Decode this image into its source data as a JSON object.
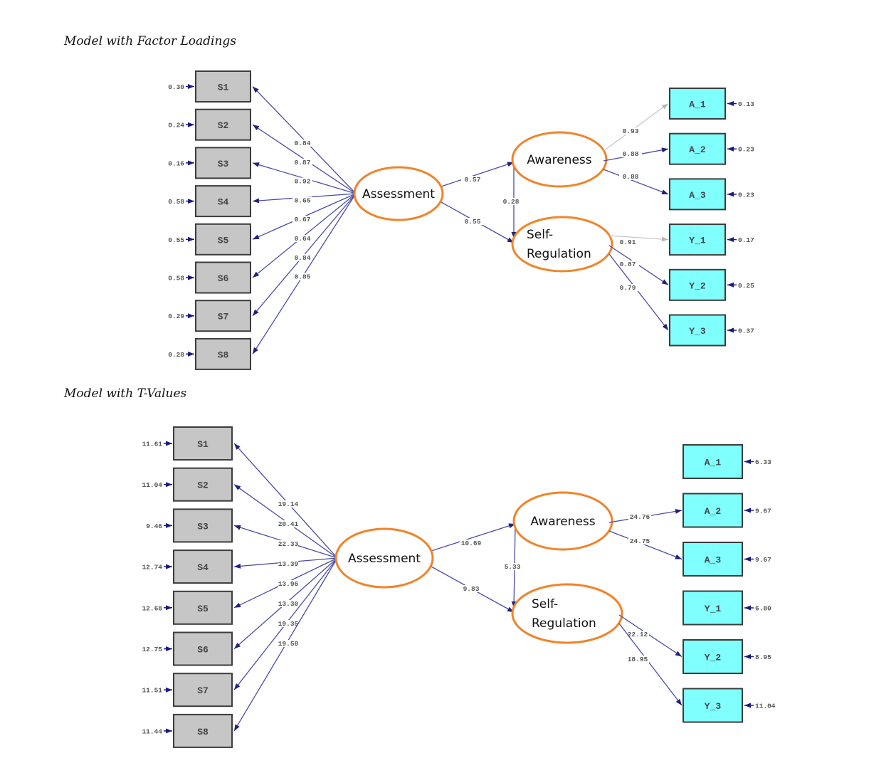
{
  "top": {
    "title": "Model with Factor Loadings",
    "exogenous": "Assessment",
    "endogenous": [
      "Awareness",
      "Self-",
      "Regulation"
    ],
    "items": [
      {
        "label": "S1",
        "error": "0.30",
        "loading": "0.84"
      },
      {
        "label": "S2",
        "error": "0.24",
        "loading": "0.87"
      },
      {
        "label": "S3",
        "error": "0.16",
        "loading": "0.92"
      },
      {
        "label": "S4",
        "error": "0.58",
        "loading": "0.65"
      },
      {
        "label": "S5",
        "error": "0.55",
        "loading": "0.67"
      },
      {
        "label": "S6",
        "error": "0.58",
        "loading": "0.64"
      },
      {
        "label": "S7",
        "error": "0.29",
        "loading": "0.84"
      },
      {
        "label": "S8",
        "error": "0.28",
        "loading": "0.85"
      }
    ],
    "paths": {
      "assess_aware": "0.57",
      "assess_self": "0.55",
      "aware_self": "0.28"
    },
    "awareness_items": [
      {
        "label": "A_1",
        "error": "0.13",
        "loading": "0.93",
        "fixed": true
      },
      {
        "label": "A_2",
        "error": "0.23",
        "loading": "0.88",
        "fixed": false
      },
      {
        "label": "A_3",
        "error": "0.23",
        "loading": "0.88",
        "fixed": false
      }
    ],
    "selfreg_items": [
      {
        "label": "Y_1",
        "error": "0.17",
        "loading": "0.91",
        "fixed": true
      },
      {
        "label": "Y_2",
        "error": "0.25",
        "loading": "0.87",
        "fixed": false
      },
      {
        "label": "Y_3",
        "error": "0.37",
        "loading": "0.79",
        "fixed": false
      }
    ]
  },
  "bottom": {
    "title": "Model with T-Values",
    "exogenous": "Assessment",
    "endogenous": [
      "Awareness",
      "Self-",
      "Regulation"
    ],
    "items": [
      {
        "label": "S1",
        "error": "11.61",
        "loading": "19.14"
      },
      {
        "label": "S2",
        "error": "11.04",
        "loading": "20.41"
      },
      {
        "label": "S3",
        "error": "9.46",
        "loading": "22.33"
      },
      {
        "label": "S4",
        "error": "12.74",
        "loading": "13.39"
      },
      {
        "label": "S5",
        "error": "12.68",
        "loading": "13.96"
      },
      {
        "label": "S6",
        "error": "12.75",
        "loading": "13.30"
      },
      {
        "label": "S7",
        "error": "11.51",
        "loading": "19.35"
      },
      {
        "label": "S8",
        "error": "11.44",
        "loading": "19.58"
      }
    ],
    "paths": {
      "assess_aware": "10.69",
      "assess_self": "9.83",
      "aware_self": "5.33"
    },
    "awareness_items": [
      {
        "label": "A_1",
        "error": "6.33",
        "loading": null,
        "fixed": true
      },
      {
        "label": "A_2",
        "error": "9.67",
        "loading": "24.76",
        "fixed": false
      },
      {
        "label": "A_3",
        "error": "9.67",
        "loading": "24.75",
        "fixed": false
      }
    ],
    "selfreg_items": [
      {
        "label": "Y_1",
        "error": "6.80",
        "loading": null,
        "fixed": true
      },
      {
        "label": "Y_2",
        "error": "8.95",
        "loading": "22.12",
        "fixed": false
      },
      {
        "label": "Y_3",
        "error": "11.04",
        "loading": "18.95",
        "fixed": false
      }
    ]
  }
}
